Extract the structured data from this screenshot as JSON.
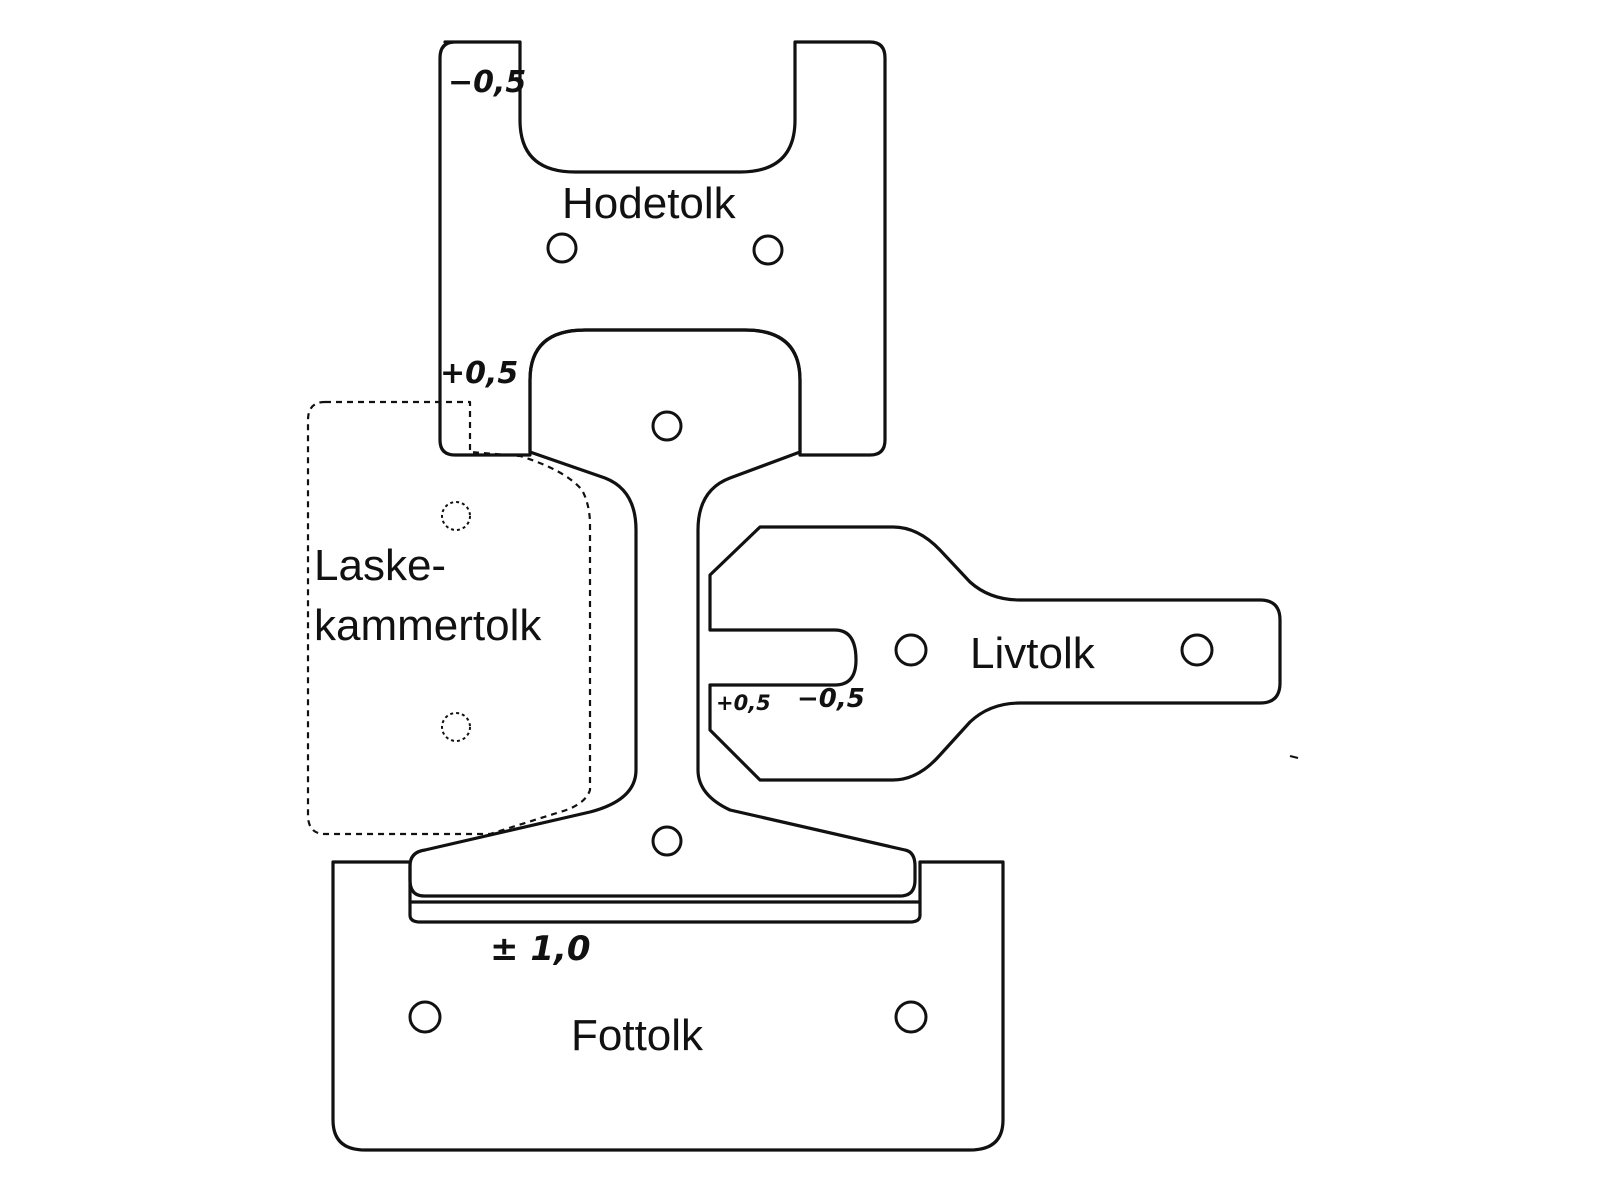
{
  "colors": {
    "ink": "#111111",
    "background": "#ffffff"
  },
  "labels": {
    "head_gauge": "Hodetolk",
    "fishing_chamber_line1": "Laske-",
    "fishing_chamber_line2": "kammertolk",
    "web_gauge": "Livtolk",
    "foot_gauge": "Fottolk"
  },
  "tolerances": {
    "head_top": "−0,5",
    "head_bottom": "+0,5",
    "web_plus": "+0,5",
    "web_minus": "−0,5",
    "foot": "± 1,0"
  }
}
